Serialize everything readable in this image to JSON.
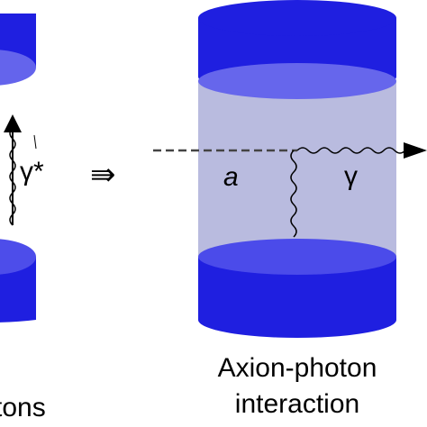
{
  "left_panel": {
    "photon_label": "γ*",
    "caption_partial": "tons"
  },
  "arrow_symbol": "⇛",
  "right_panel": {
    "axion_label": "a",
    "photon_label": "γ",
    "caption_line1": "Axion-photon",
    "caption_line2": "interaction"
  },
  "colors": {
    "cylinder_blue": "#1f1fe0",
    "cylinder_cap_light": "#5a5ae8",
    "field_region": "#b9bbdf",
    "line_dark": "#333333"
  }
}
